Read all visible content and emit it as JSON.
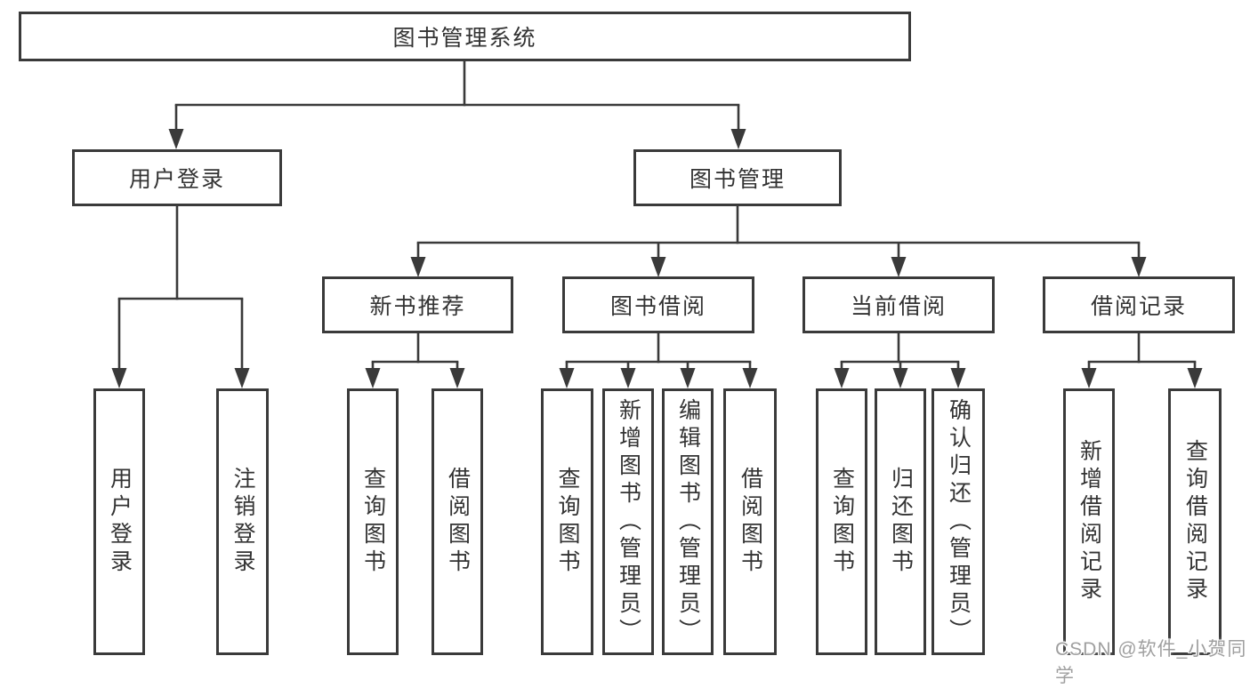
{
  "colors": {
    "line": "#3a3a3a",
    "text": "#333333",
    "box_background": "#ffffff",
    "page_background": "#ffffff",
    "watermark": "#9f9f9f"
  },
  "watermark": {
    "text": "CSDN @软件_小贺同学"
  },
  "tree": {
    "label": "图书管理系统",
    "children": [
      {
        "label": "用户登录",
        "children": [
          {
            "label": "用户登录"
          },
          {
            "label": "注销登录"
          }
        ]
      },
      {
        "label": "图书管理",
        "children": [
          {
            "label": "新书推荐",
            "children": [
              {
                "label": "查询图书"
              },
              {
                "label": "借阅图书"
              }
            ]
          },
          {
            "label": "图书借阅",
            "children": [
              {
                "label": "查询图书"
              },
              {
                "label": "新增图书（管理员）"
              },
              {
                "label": "编辑图书（管理员）"
              },
              {
                "label": "借阅图书"
              }
            ]
          },
          {
            "label": "当前借阅",
            "children": [
              {
                "label": "查询图书"
              },
              {
                "label": "归还图书"
              },
              {
                "label": "确认归还（管理员）"
              }
            ]
          },
          {
            "label": "借阅记录",
            "children": [
              {
                "label": "新增借阅记录"
              },
              {
                "label": "查询借阅记录"
              }
            ]
          }
        ]
      }
    ]
  }
}
